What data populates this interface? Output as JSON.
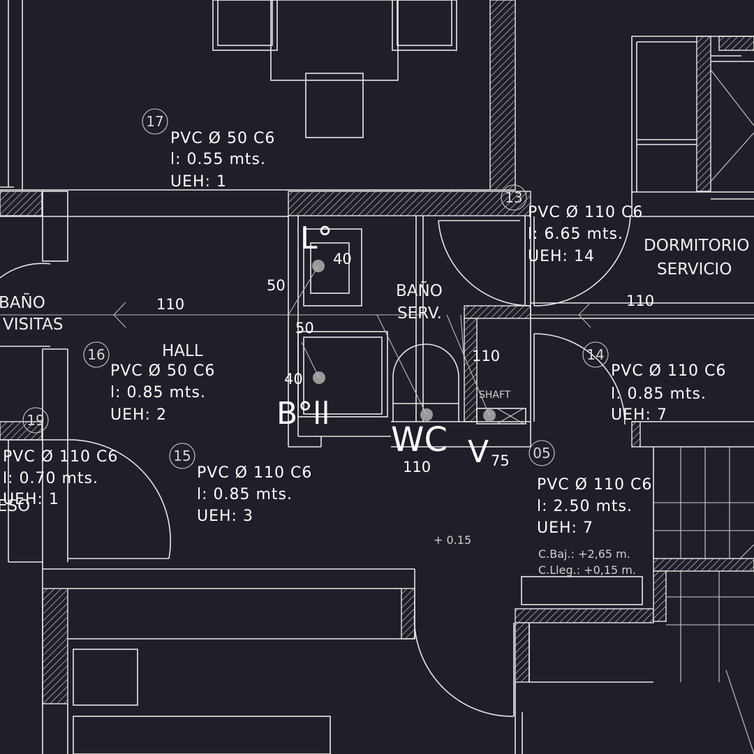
{
  "plan": {
    "rooms": {
      "hall": "HALL",
      "bano_visitas_1": "BAÑO",
      "bano_visitas_2": "VISITAS",
      "bano_serv_1": "BAÑO",
      "bano_serv_2": "SERV.",
      "dormitorio_1": "DORMITORIO",
      "dormitorio_2": "SERVICIO",
      "shaft": "SHAFT",
      "partial_eso": "ESO"
    },
    "fixtures": {
      "lavatory": "L°",
      "bidet": "B°ll",
      "wc": "WC",
      "vent_v": "V",
      "vent_sub": "75"
    },
    "pipe_sizes": {
      "hall_main": "110",
      "dorm_main": "110",
      "lav_in": "40",
      "lav_branch": "50",
      "bidet_branch": "50",
      "bidet_in": "40",
      "shaft_pipe": "110",
      "wc_pipe": "110"
    },
    "segments": [
      {
        "id": "17",
        "line1": "PVC Ø 50 C6",
        "line2": "l: 0.55  mts.",
        "line3": "UEH: 1"
      },
      {
        "id": "13",
        "line1": "PVC Ø 110 C6",
        "line2": "l: 6.65  mts.",
        "line3": "UEH: 14"
      },
      {
        "id": "16",
        "line1": "PVC Ø 50 C6",
        "line2": "l: 0.85  mts.",
        "line3": "UEH: 2"
      },
      {
        "id": "14",
        "line1": "PVC Ø 110 C6",
        "line2": "l: 0.85  mts.",
        "line3": "UEH: 7"
      },
      {
        "id": "19",
        "line1": "PVC Ø 110 C6",
        "line2": "l: 0.70  mts.",
        "line3": "UEH: 1"
      },
      {
        "id": "15",
        "line1": "PVC Ø 110 C6",
        "line2": "l: 0.85  mts.",
        "line3": "UEH: 3"
      },
      {
        "id": "05",
        "line1": "PVC Ø 110 C6",
        "line2": "l: 2.50 mts.",
        "line3": "UEH: 7"
      }
    ],
    "level": "+ 0.15",
    "c_baj": "C.Baj.:   +2,65 m.",
    "c_lleg": "C.Lleg.: +0,15 m."
  }
}
